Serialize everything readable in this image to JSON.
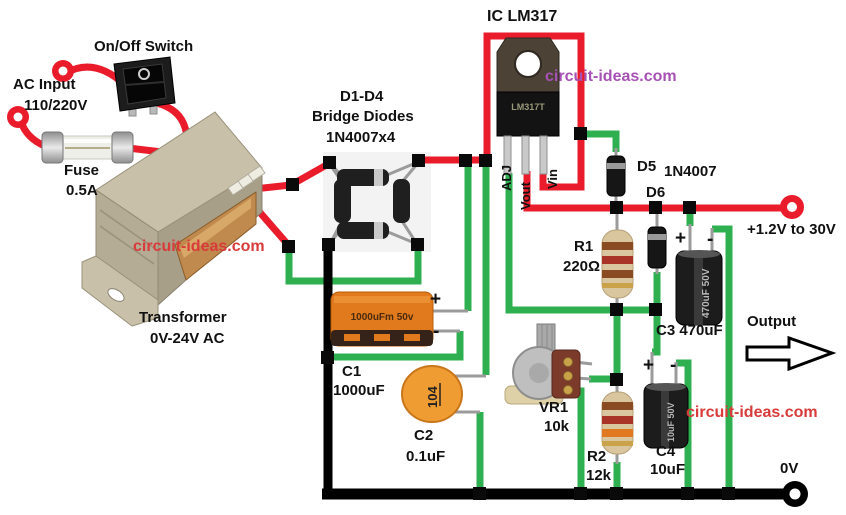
{
  "watermark": {
    "text": "circuit-ideas.com"
  },
  "colors": {
    "wire_live_red": "#ea1c2c",
    "wire_green": "#2eb050",
    "wire_ground_black": "#000000",
    "watermark_top": "#a751b5",
    "watermark_side": "#d93a3a"
  },
  "parts": {
    "switch": {
      "label": "On/Off Switch"
    },
    "ac_input": {
      "line1": "AC Input",
      "line2": "110/220V"
    },
    "fuse": {
      "name": "Fuse",
      "value": "0.5A"
    },
    "transformer": {
      "name": "Transformer",
      "value": "0V-24V AC"
    },
    "bridge": {
      "line1": "D1-D4",
      "line2": "Bridge Diodes",
      "line3": "1N4007x4"
    },
    "ic": {
      "label": "IC LM317",
      "package_text": "LM317T",
      "pins": {
        "adj": "ADJ",
        "vout": "Vout",
        "vin": "Vin"
      }
    },
    "d5": {
      "name": "D5",
      "part": "1N4007"
    },
    "d6": {
      "name": "D6"
    },
    "r1": {
      "name": "R1",
      "value": "220Ω"
    },
    "r2": {
      "name": "R2",
      "value": "12k"
    },
    "vr1": {
      "name": "VR1",
      "value": "10k"
    },
    "c1": {
      "name": "C1",
      "value": "1000uF",
      "body_text": "1000uFm  50v"
    },
    "c2": {
      "name": "C2",
      "value": "0.1uF",
      "code": "104"
    },
    "c3": {
      "label": "C3 470uF",
      "body_text": "470uF 50V"
    },
    "c4": {
      "name": "C4",
      "value": "10uF",
      "body_text": "10uF 50V"
    },
    "output": {
      "voltage_range": "+1.2V to 30V",
      "label": "Output",
      "zero": "0V"
    },
    "polarity": {
      "plus": "+",
      "minus": "-"
    }
  }
}
